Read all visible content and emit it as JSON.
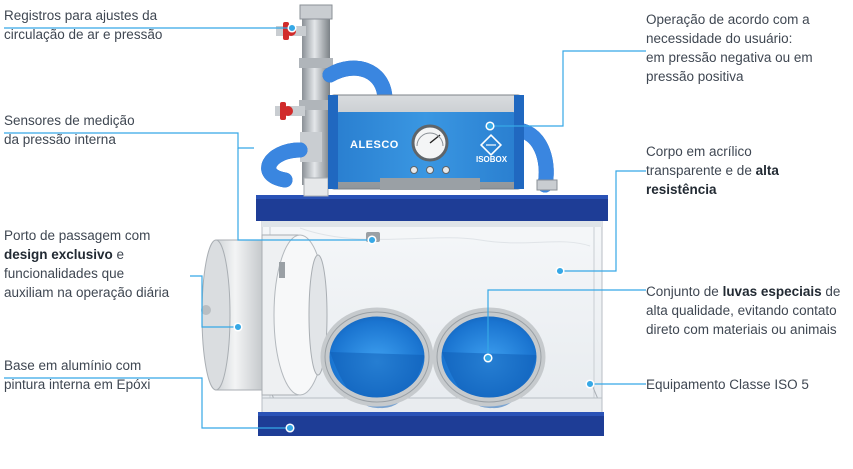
{
  "colors": {
    "accent": "#36a8e6",
    "frame_blue": "#1e3d96",
    "glove_blue": "#1a7bd6",
    "text": "#3f4752"
  },
  "callouts": {
    "registros": {
      "line1": "Registros para ajustes da",
      "line2": "circulação de ar e pressão"
    },
    "sensores": {
      "line1": "Sensores de medição",
      "line2": "da pressão interna"
    },
    "porto": {
      "line1": "Porto de passagem com",
      "line2_bold": "design exclusivo",
      "line2_rest": " e",
      "line3": "funcionalidades que",
      "line4": "auxiliam na operação diária"
    },
    "base": {
      "line1": "Base em alumínio com",
      "line2": "pintura interna em Epóxi"
    },
    "operacao": {
      "line1": "Operação de acordo com a",
      "line2": "necessidade do usuário:",
      "line3": "em pressão negativa ou em",
      "line4": "pressão positiva"
    },
    "corpo": {
      "line1": "Corpo em acrílico",
      "line2_pre": "transparente e de ",
      "line2_bold": "alta",
      "line3_bold": "resistência"
    },
    "luvas": {
      "line1_pre": "Conjunto de ",
      "line1_bold": "luvas especiais",
      "line1_rest": " de",
      "line2": "alta qualidade, evitando contato",
      "line3": "direto com materiais ou animais"
    },
    "iso": {
      "line1": "Equipamento Classe ISO 5"
    }
  },
  "device": {
    "brand_left": "ALESCO",
    "brand_right": "ISOBOX"
  }
}
